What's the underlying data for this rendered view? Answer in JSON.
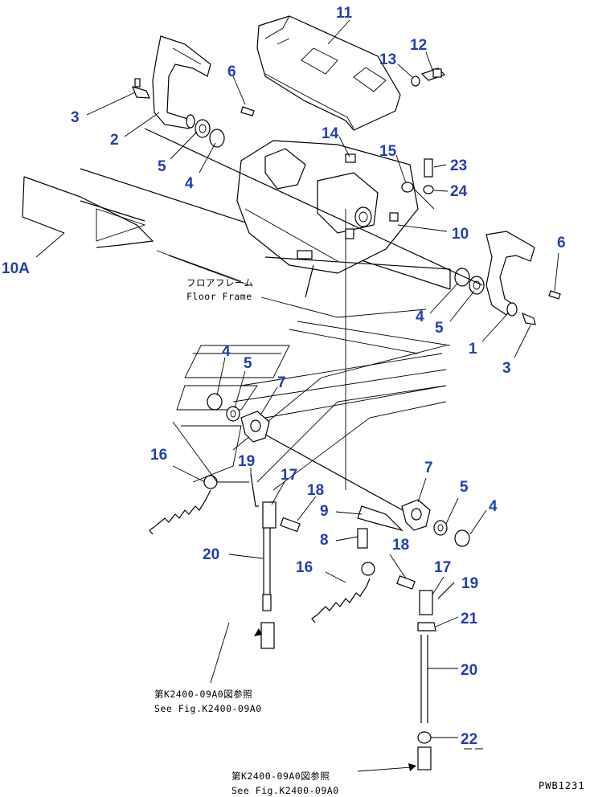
{
  "callouts": {
    "c11": "11",
    "c12": "12",
    "c13": "13",
    "c6a": "6",
    "c3a": "3",
    "c2": "2",
    "c5a": "5",
    "c4a": "4",
    "c14": "14",
    "c15": "15",
    "c23": "23",
    "c24": "24",
    "c10": "10",
    "c10a": "10A",
    "c6b": "6",
    "c1": "1",
    "c3b": "3",
    "c4b": "4",
    "c5b": "5",
    "c4c": "4",
    "c5c": "5",
    "c7a": "7",
    "c16a": "16",
    "c19a": "19",
    "c17a": "17",
    "c18a": "18",
    "c9": "9",
    "c8": "8",
    "c7b": "7",
    "c5d": "5",
    "c4d": "4",
    "c20a": "20",
    "c18b": "18",
    "c16b": "16",
    "c17b": "17",
    "c19b": "19",
    "c21": "21",
    "c20b": "20",
    "c22": "22"
  },
  "notes": {
    "floor_frame_jp": "フロアフレーム",
    "floor_frame_en": "Floor Frame",
    "see_fig_1_jp": "第K2400-09A0図参照",
    "see_fig_1_en": "See Fig.K2400-09A0",
    "see_fig_2_jp": "第K2400-09A0図参照",
    "see_fig_2_en": "See Fig.K2400-09A0"
  },
  "drawing_id": "PWB1231",
  "colors": {
    "callout": "#1f3fb3",
    "line": "#000000"
  }
}
